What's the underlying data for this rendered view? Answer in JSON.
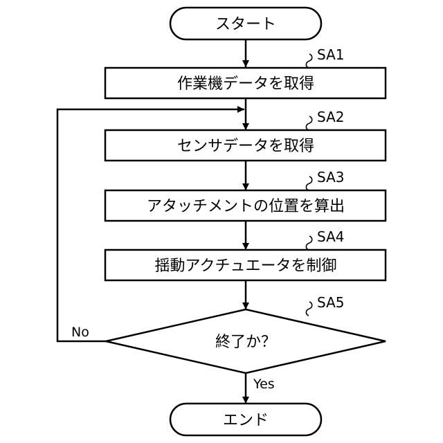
{
  "flowchart": {
    "start": "スタート",
    "end": "エンド",
    "steps": [
      {
        "id": "SA1",
        "label": "作業機データを取得"
      },
      {
        "id": "SA2",
        "label": "センサデータを取得"
      },
      {
        "id": "SA3",
        "label": "アタッチメントの位置を算出"
      },
      {
        "id": "SA4",
        "label": "揺動アクチュエータを制御"
      }
    ],
    "decision": {
      "id": "SA5",
      "label": "終了か？",
      "no": "No",
      "yes": "Yes"
    }
  }
}
